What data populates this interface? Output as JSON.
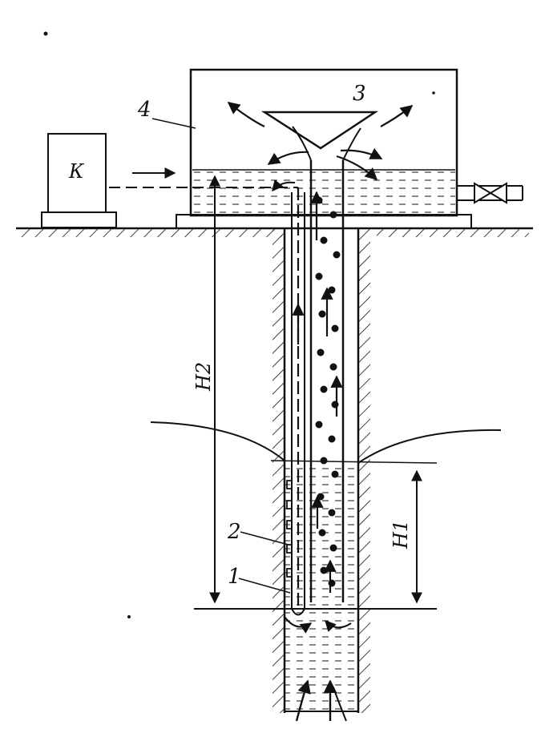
{
  "labels": {
    "compressor": "К",
    "separator": "3",
    "tank": "4",
    "air_pipe": "2",
    "water_pipe": "1",
    "depth_h2": "H2",
    "depth_h1": "H1"
  },
  "colors": {
    "ink": "#111111",
    "paper": "#ffffff"
  }
}
